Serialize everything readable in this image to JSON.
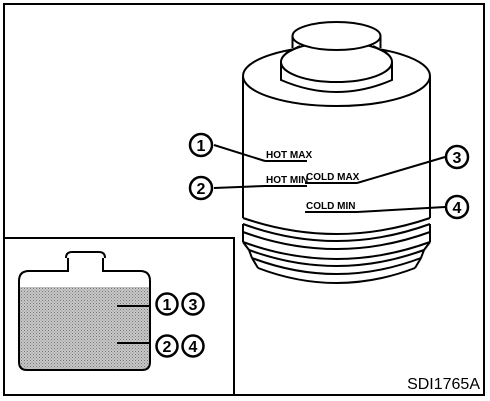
{
  "figure": {
    "code": "SDI1765A",
    "marks": {
      "hot_max": "HOT MAX",
      "hot_min": "HOT MIN",
      "cold_max": "COLD MAX",
      "cold_min": "COLD MIN"
    },
    "callouts": {
      "c1": "1",
      "c2": "2",
      "c3": "3",
      "c4": "4"
    },
    "inset_callouts": {
      "upper_left": "1",
      "upper_right": "3",
      "lower_left": "2",
      "lower_right": "4"
    }
  }
}
